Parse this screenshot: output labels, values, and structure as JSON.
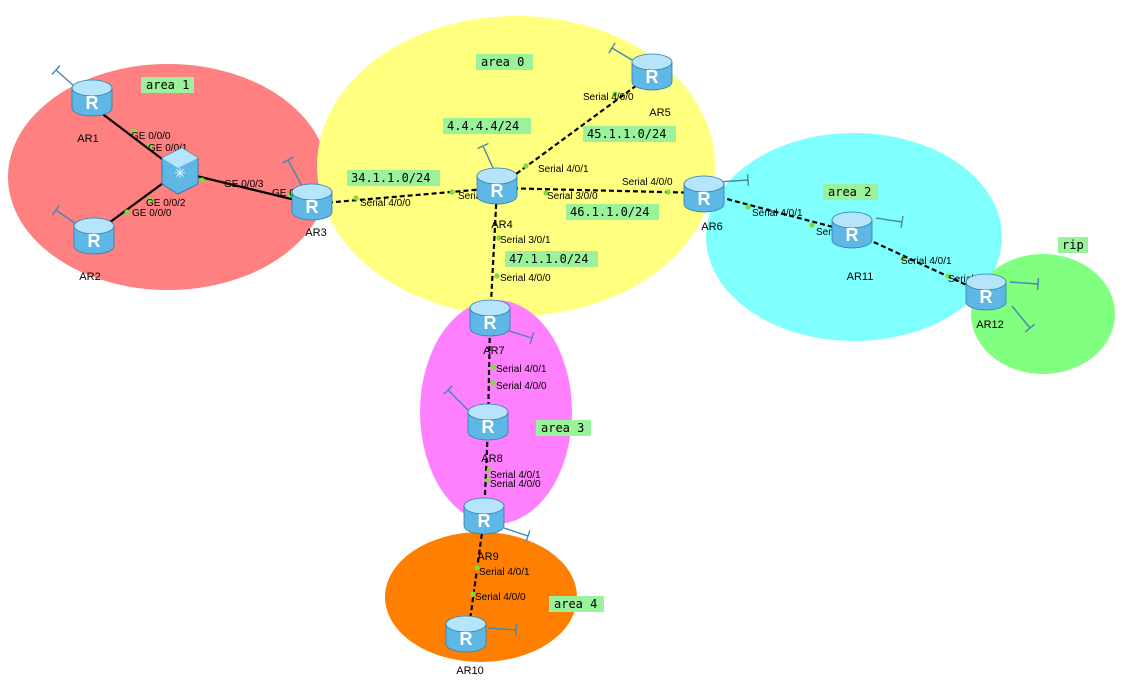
{
  "areas": [
    {
      "id": "area1",
      "label": "area 1",
      "color": "#ff8080"
    },
    {
      "id": "area0",
      "label": "area 0",
      "color": "#ffff80"
    },
    {
      "id": "area2",
      "label": "area 2",
      "color": "#80ffff"
    },
    {
      "id": "rip",
      "label": "rip",
      "color": "#80ff80"
    },
    {
      "id": "area3",
      "label": "area 3",
      "color": "#ff80ff"
    },
    {
      "id": "area4",
      "label": "area 4",
      "color": "#ff8000"
    }
  ],
  "networks": [
    "4.4.4.4/24",
    "34.1.1.0/24",
    "45.1.1.0/24",
    "46.1.1.0/24",
    "47.1.1.0/24"
  ],
  "devices": [
    {
      "id": "AR1",
      "label": "AR1"
    },
    {
      "id": "AR2",
      "label": "AR2"
    },
    {
      "id": "SW",
      "label": ""
    },
    {
      "id": "AR3",
      "label": "AR3"
    },
    {
      "id": "AR4",
      "label": "AR4"
    },
    {
      "id": "AR5",
      "label": "AR5"
    },
    {
      "id": "AR6",
      "label": "AR6"
    },
    {
      "id": "AR7",
      "label": "AR7"
    },
    {
      "id": "AR8",
      "label": "AR8"
    },
    {
      "id": "AR9",
      "label": "AR9"
    },
    {
      "id": "AR10",
      "label": "AR10"
    },
    {
      "id": "AR11",
      "label": "AR11"
    },
    {
      "id": "AR12",
      "label": "AR12"
    }
  ],
  "ports": [
    "GE 0/0/0",
    "GE 0/0/1",
    "GE 0/0/0",
    "GE 0/0/2",
    "GE 0/0/3",
    "GE 0/0/0",
    "Serial 4/0/0",
    "Serial 4/0/0",
    "Serial 4/0/0",
    "Serial 4/0/1",
    "Serial 3/0/0",
    "Serial 4/0/0",
    "Serial 3/0/1",
    "Serial 4/0/0",
    "Serial 4/0/1",
    "Serial 4/0/0",
    "Serial 4/0/1",
    "Serial 4/0/0",
    "Serial 4/0/1",
    "Serial 4/0/0",
    "Serial 4/0/1",
    "Serial 4/0/0",
    "Serial 4/0/1",
    "Serial 4/0/0"
  ],
  "colors": {
    "router_body": "#5fb7e6",
    "router_top": "#b5e4fb",
    "label_bg": "#9af29a",
    "link": "#000000",
    "port_dot": "#7fdc3b"
  }
}
